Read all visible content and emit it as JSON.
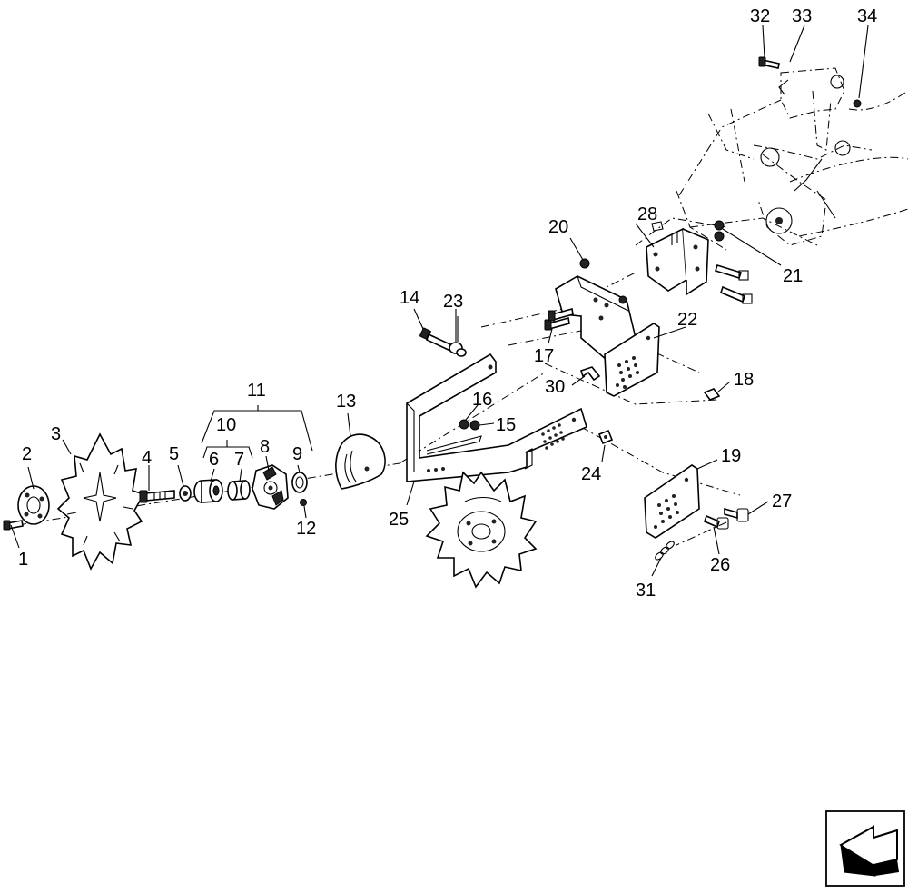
{
  "callouts": [
    {
      "id": "1",
      "label": "1"
    },
    {
      "id": "2",
      "label": "2"
    },
    {
      "id": "3",
      "label": "3"
    },
    {
      "id": "4",
      "label": "4"
    },
    {
      "id": "5",
      "label": "5"
    },
    {
      "id": "6",
      "label": "6"
    },
    {
      "id": "7",
      "label": "7"
    },
    {
      "id": "8",
      "label": "8"
    },
    {
      "id": "9",
      "label": "9"
    },
    {
      "id": "10",
      "label": "10"
    },
    {
      "id": "11",
      "label": "11"
    },
    {
      "id": "12",
      "label": "12"
    },
    {
      "id": "13",
      "label": "13"
    },
    {
      "id": "14",
      "label": "14"
    },
    {
      "id": "15",
      "label": "15"
    },
    {
      "id": "16",
      "label": "16"
    },
    {
      "id": "17",
      "label": "17"
    },
    {
      "id": "18",
      "label": "18"
    },
    {
      "id": "19",
      "label": "19"
    },
    {
      "id": "20",
      "label": "20"
    },
    {
      "id": "21",
      "label": "21"
    },
    {
      "id": "22",
      "label": "22"
    },
    {
      "id": "23",
      "label": "23"
    },
    {
      "id": "24",
      "label": "24"
    },
    {
      "id": "25",
      "label": "25"
    },
    {
      "id": "26",
      "label": "26"
    },
    {
      "id": "27",
      "label": "27"
    },
    {
      "id": "28",
      "label": "28"
    },
    {
      "id": "30",
      "label": "30"
    },
    {
      "id": "31",
      "label": "31"
    },
    {
      "id": "32",
      "label": "32"
    },
    {
      "id": "33",
      "label": "33"
    },
    {
      "id": "34",
      "label": "34"
    }
  ],
  "nav": {
    "icon": "next-page-arrow-icon"
  }
}
